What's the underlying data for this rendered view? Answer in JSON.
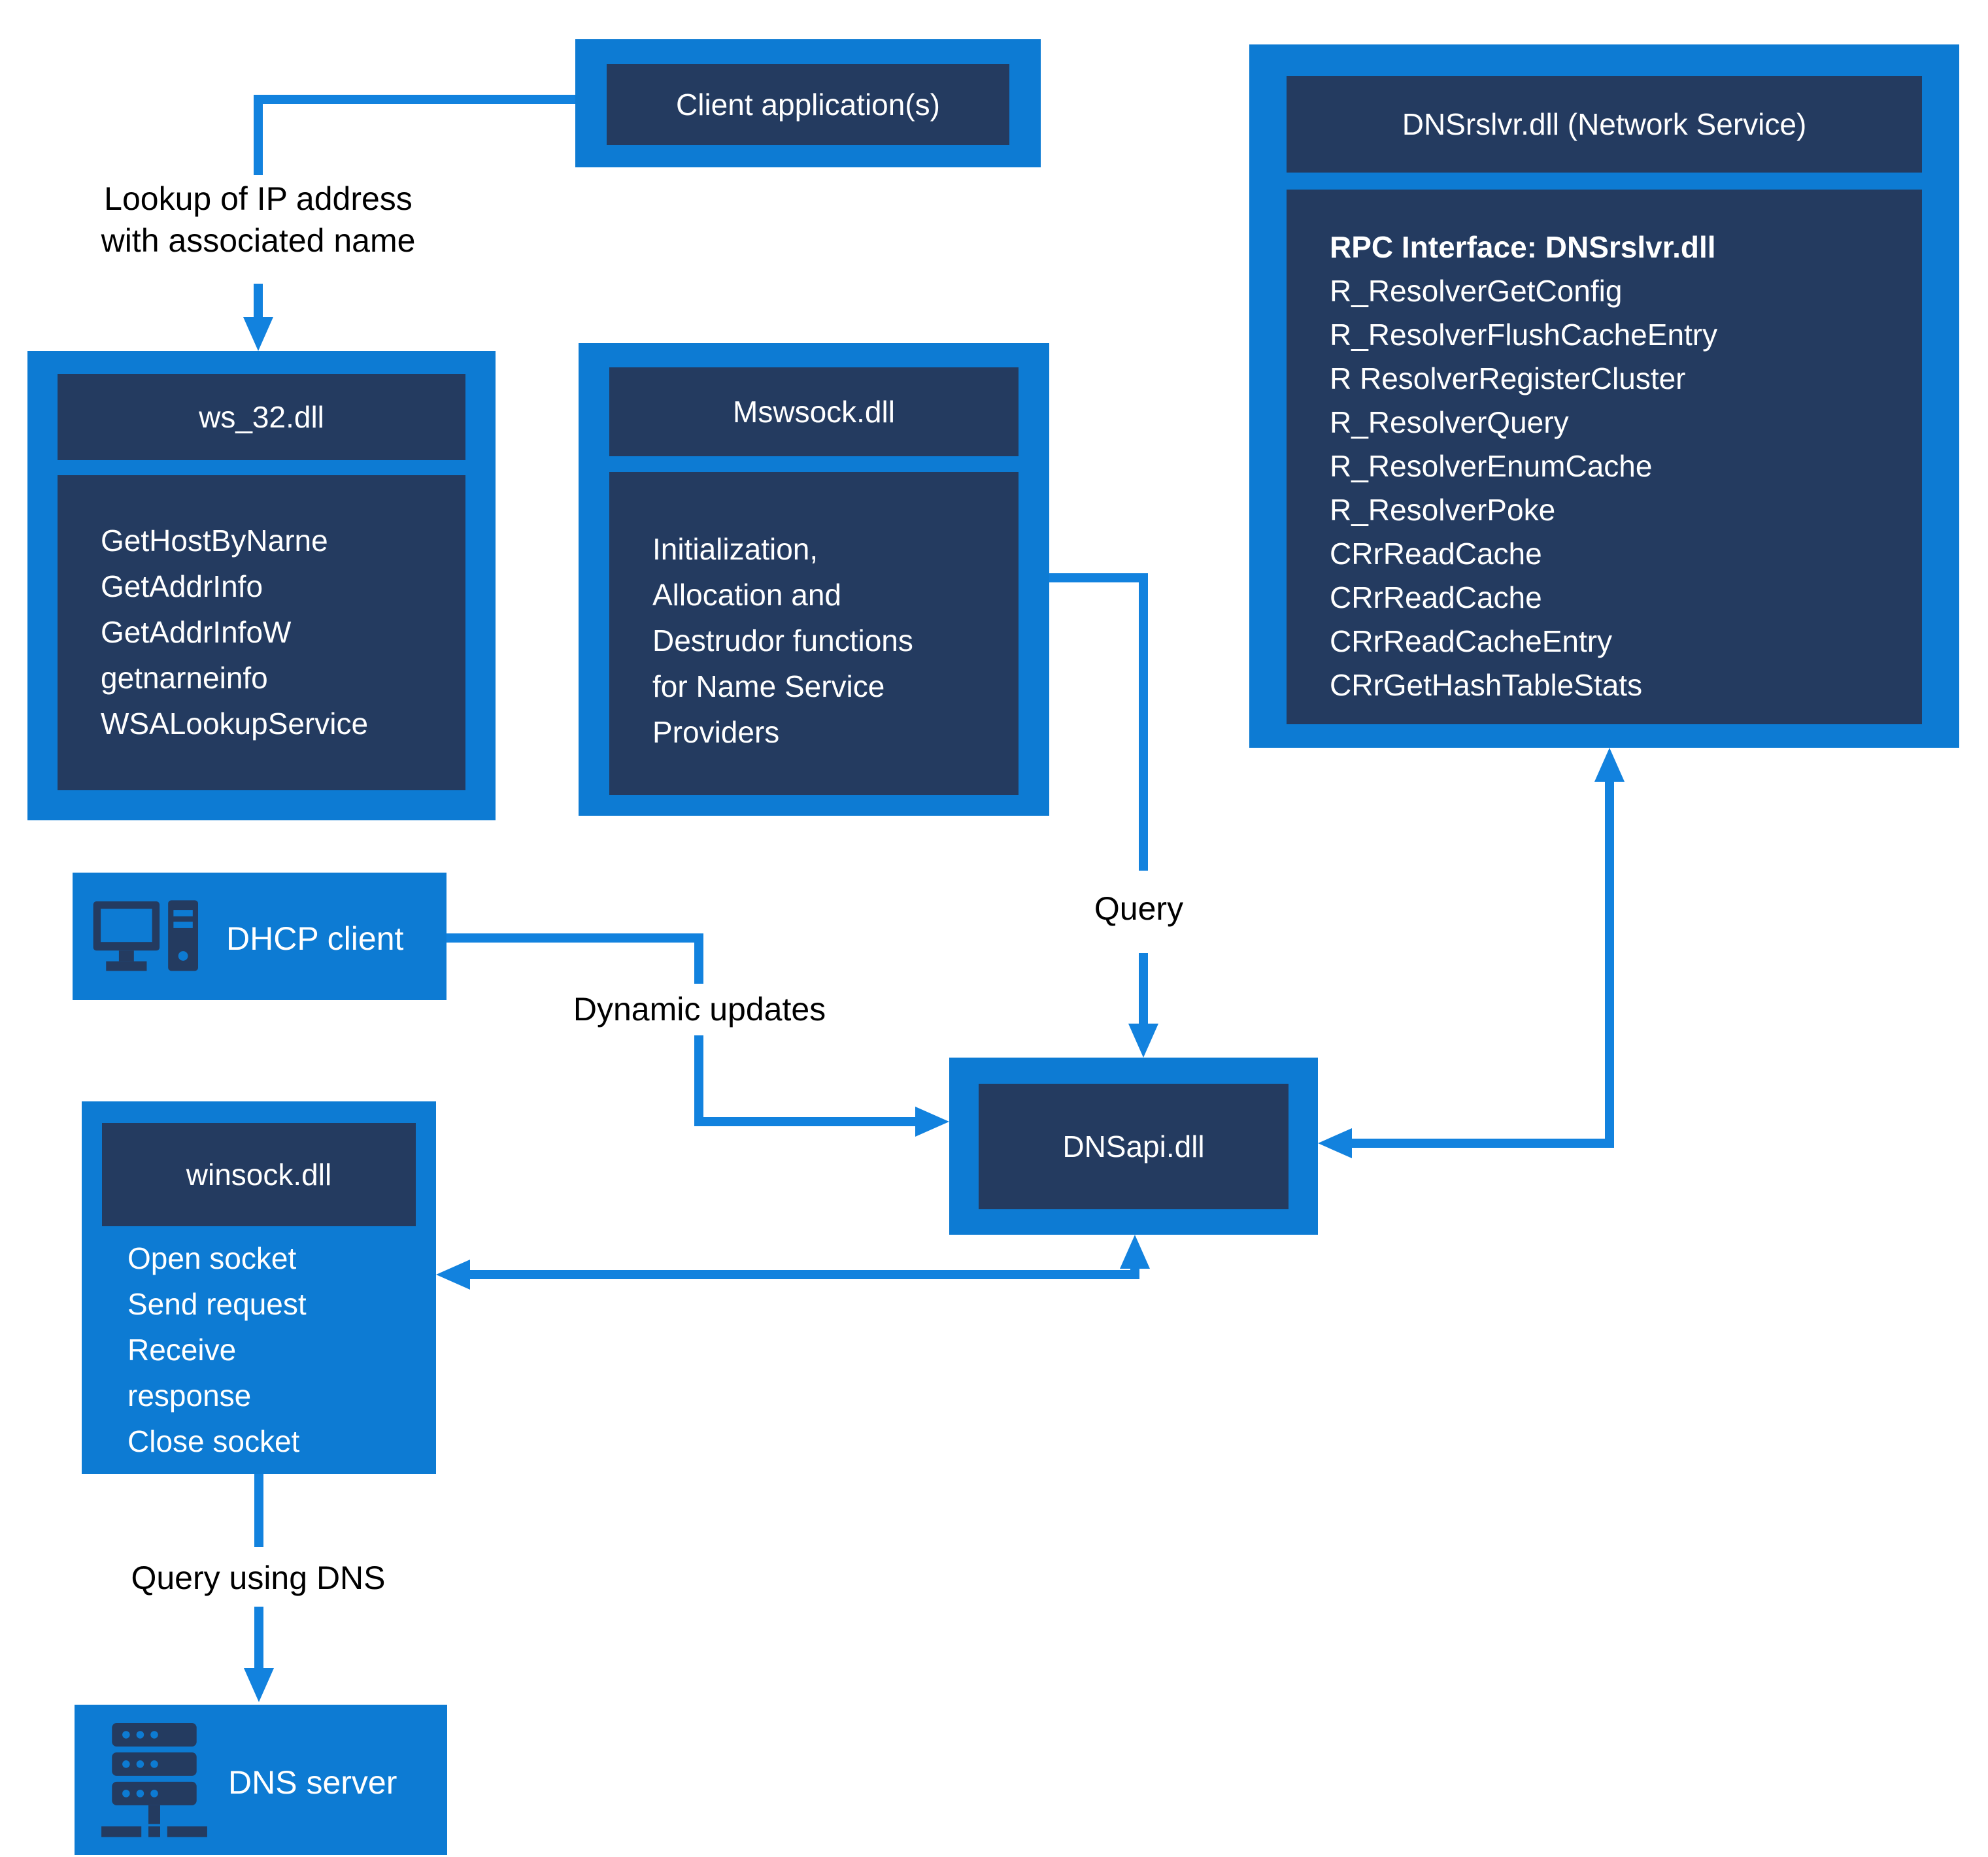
{
  "colors": {
    "box_blue": "#0d7bd3",
    "arrow_blue": "#1282de",
    "navy": "#243b60",
    "label_text": "#000000",
    "box_text": "#ffffff",
    "background": "#ffffff"
  },
  "nodes": {
    "client_app": {
      "title": "Client application(s)"
    },
    "ws32": {
      "title": "ws_32.dll",
      "functions": [
        "GetHostByNarne",
        "GetAddrInfo",
        "GetAddrInfoW",
        "getnarneinfo",
        "WSALookupService"
      ]
    },
    "mswsock": {
      "title": "Mswsock.dll",
      "description_lines": [
        "Initialization,",
        "Allocation and",
        "Destrudor functions",
        "for Name Service",
        "Providers"
      ]
    },
    "dnsrslvr": {
      "title": "DNSrslvr.dll (Network Service)",
      "rpc_heading": "RPC Interface: DNSrslvr.dll",
      "functions": [
        "R_ResolverGetConfig",
        "R_ResolverFlushCacheEntry",
        "R ResolverRegisterCluster",
        "R_ResolverQuery",
        "R_ResolverEnumCache",
        "R_ResolverPoke",
        "CRrReadCache",
        "CRrReadCache",
        "CRrReadCacheEntry",
        "CRrGetHashTableStats"
      ]
    },
    "dhcp": {
      "label": "DHCP client",
      "icon": "desktop-computer-icon"
    },
    "dnsapi": {
      "title": "DNSapi.dll"
    },
    "winsock": {
      "title": "winsock.dll",
      "functions": [
        "Open socket",
        "Send request",
        "Receive",
        "response",
        "Close socket"
      ]
    },
    "dns_server": {
      "label": "DNS server",
      "icon": "server-rack-icon"
    }
  },
  "edge_labels": {
    "lookup": "Lookup of IP address with associated name",
    "dynamic_updates": "Dynamic updates",
    "query": "Query",
    "query_using_dns": "Query using DNS"
  }
}
